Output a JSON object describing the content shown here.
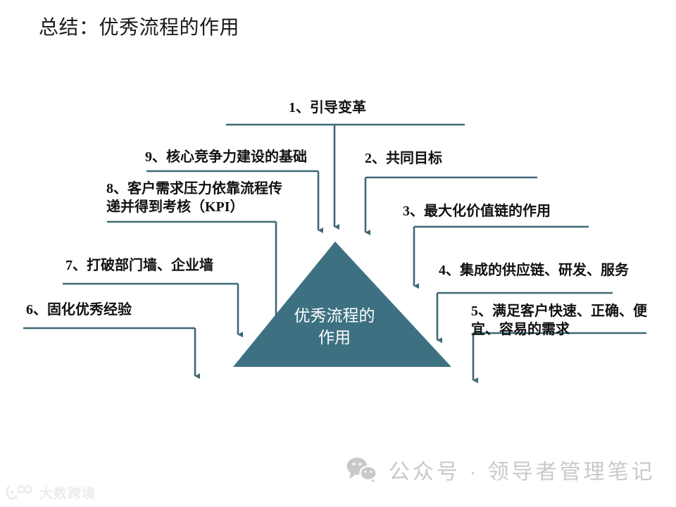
{
  "page": {
    "title": "总结：优秀流程的作用",
    "background_color": "#ffffff"
  },
  "colors": {
    "triangle_fill": "#3d7182",
    "connector_line": "#3e6876",
    "text": "#111111",
    "triangle_text": "#ffffff",
    "watermark": "#c9c9c9",
    "logo": "#ececec"
  },
  "center_shape": {
    "name": "triangle",
    "label": "优秀流程的\n作用"
  },
  "callouts": [
    {
      "id": 1,
      "label": "1、引导变革"
    },
    {
      "id": 2,
      "label": "2、共同目标"
    },
    {
      "id": 3,
      "label": "3、最大化价值链的作用"
    },
    {
      "id": 4,
      "label": "4、集成的供应链、研发、服务"
    },
    {
      "id": 5,
      "label": "5、满足客户快速、正确、便\n宜、容易的需求"
    },
    {
      "id": 6,
      "label": "6、固化优秀经验"
    },
    {
      "id": 7,
      "label": "7、打破部门墙、企业墙"
    },
    {
      "id": 8,
      "label": "8、客户需求压力依靠流程传\n递并得到考核（KPI）"
    },
    {
      "id": 9,
      "label": "9、核心竞争力建设的基础"
    }
  ],
  "watermark": {
    "icon": "wechat-icon",
    "text": "公众号 · 领导者管理笔记"
  },
  "brand_logo": {
    "icon": "dashu-logo-icon",
    "text": "大数跨境"
  }
}
